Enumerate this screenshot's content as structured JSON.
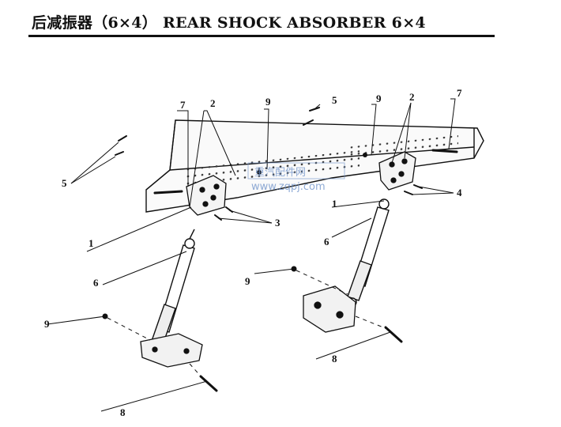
{
  "title": "后减振器（6×4） REAR SHOCK ABSORBER 6×4",
  "callouts": {
    "c1_left": "1",
    "c1_right": "1",
    "c2_left": "2",
    "c2_right": "2",
    "c3": "3",
    "c4": "4",
    "c5_left": "5",
    "c5_top": "5",
    "c6_left": "6",
    "c6_right": "6",
    "c7_left": "7",
    "c7_right": "7",
    "c8_left": "8",
    "c8_right": "8",
    "c9_top": "9",
    "c9_right": "9",
    "c9_mid": "9",
    "c9_left": "9"
  },
  "watermark": {
    "logo": "重汽配件网",
    "url": "www.zqpj.com"
  }
}
